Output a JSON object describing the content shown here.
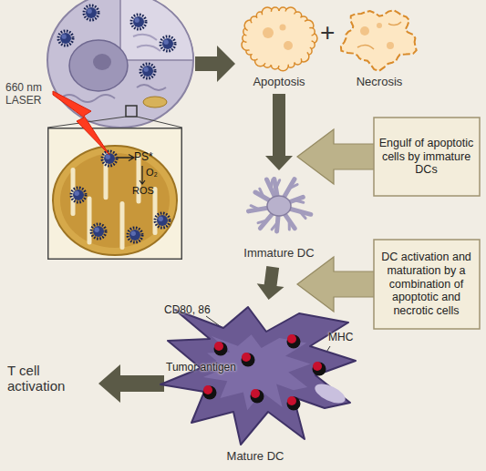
{
  "diagram": {
    "nodes": [
      {
        "text": [
          "PS*",
          "O₂",
          "ROS"
        ]
      },
      {
        "text": [
          "Apoptosis"
        ]
      },
      {
        "text": [
          "Necrosis"
        ]
      },
      {
        "text": [
          "Engulf of apoptotic cells by immature DCs"
        ]
      },
      {
        "text": [
          "Immature DC"
        ]
      },
      {
        "text": [
          "DC activation and maturation by a combination of apoptotic and necrotic cells"
        ]
      },
      {
        "text": [
          "Mature DC"
        ]
      }
    ],
    "edges": [
      {
        "from": 1,
        "to": 4,
        "arrow": "to"
      },
      {
        "from": 4,
        "to": 6,
        "arrow": "to"
      }
    ],
    "labels": [
      "660 nm LASER",
      "+",
      "CD80, 86",
      "MHC",
      "Tumor antigen",
      "T cell activation"
    ]
  }
}
